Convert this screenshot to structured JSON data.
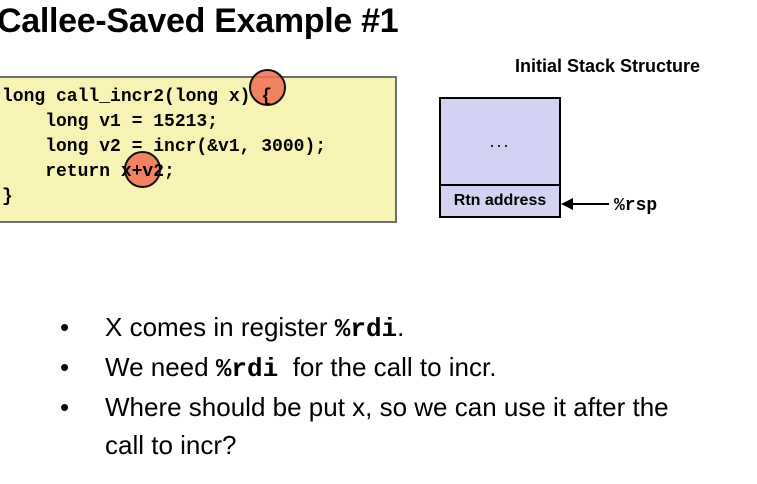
{
  "slide": {
    "title": "Callee-Saved Example #1"
  },
  "code": {
    "lines": [
      "long call_incr2(long x) {",
      "    long v1 = 15213;",
      "    long v2 = incr(&v1, 3000);",
      "    return x+v2;",
      "}"
    ],
    "highlight_color": "#f06e52",
    "background_color": "#f6f3b4"
  },
  "stack": {
    "title": "Initial Stack Structure",
    "cells": [
      "...",
      "Rtn address"
    ],
    "pointer_label": "%rsp",
    "cell_color": "#d4d2f2"
  },
  "bullets": [
    {
      "parts": [
        {
          "text": "X comes in register ",
          "mono": false
        },
        {
          "text": "%rdi",
          "mono": true
        },
        {
          "text": ".",
          "mono": false
        }
      ]
    },
    {
      "parts": [
        {
          "text": "We need ",
          "mono": false
        },
        {
          "text": "%rdi",
          "mono": true
        },
        {
          "text": "  for the call to incr.",
          "mono": false
        }
      ]
    },
    {
      "parts": [
        {
          "text": "Where should be put x, so we can use it after the call to incr?",
          "mono": false
        }
      ]
    }
  ],
  "bullet_glyph": "•"
}
